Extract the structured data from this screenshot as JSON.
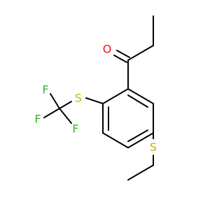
{
  "colors": {
    "background": "#FFFFFF",
    "bond": "#000000",
    "oxygen": "#FF0D0D",
    "sulfur": "#C8B400",
    "fluorine": "#2DB82D"
  },
  "molecule": {
    "atoms": {
      "oxygen": "O",
      "sulfur_ring_trifluoromethylthio": "S",
      "sulfur_methylthio": "S",
      "fluorine_1": "F",
      "fluorine_2": "F",
      "fluorine_3": "F"
    }
  }
}
